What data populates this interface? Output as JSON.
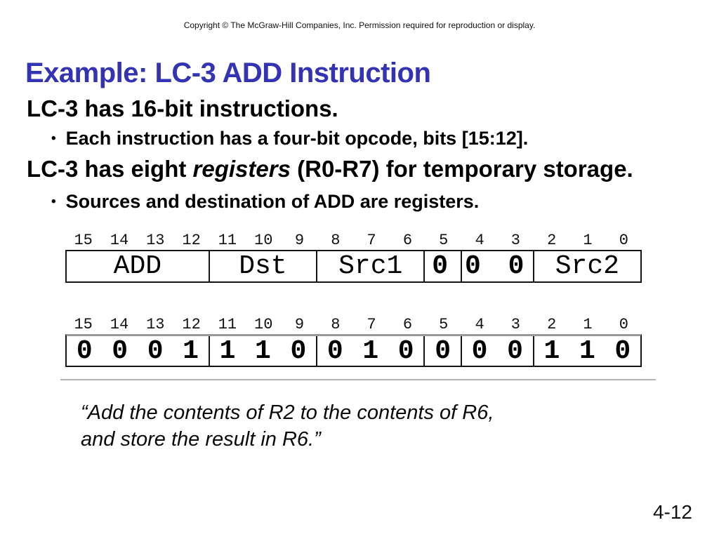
{
  "slide": {
    "copyright": "Copyright © The McGraw-Hill Companies, Inc.  Permission required for reproduction or display.",
    "title": "Example: LC-3 ADD Instruction",
    "title_color": "#3333b3",
    "page_number": "4-12"
  },
  "content": {
    "bullet_char": "•",
    "heading1": "LC-3 has 16-bit instructions.",
    "bullet1": "Each instruction has a four-bit opcode, bits [15:12].",
    "heading2_pre": "LC-3 has eight ",
    "heading2_italic": "registers",
    "heading2_post": " (R0-R7) for temporary storage.",
    "bullet2": "Sources and destination of ADD are registers.",
    "quote_line1": "“Add the contents of R2 to the contents of R6,",
    "quote_line2": "and store the result in R6.”"
  },
  "instruction_format": {
    "bit_labels": [
      "15",
      "14",
      "13",
      "12",
      "11",
      "10",
      "9",
      "8",
      "7",
      "6",
      "5",
      "4",
      "3",
      "2",
      "1",
      "0"
    ],
    "fields": [
      {
        "label": "ADD",
        "bits": 4
      },
      {
        "label": "Dst",
        "bits": 3
      },
      {
        "label": "Src1",
        "bits": 3
      },
      {
        "label": "0",
        "bits": 1
      },
      {
        "label": "0 0",
        "bits": 2
      },
      {
        "label": "Src2",
        "bits": 3
      }
    ]
  },
  "instruction_encoding": {
    "bit_labels": [
      "15",
      "14",
      "13",
      "12",
      "11",
      "10",
      "9",
      "8",
      "7",
      "6",
      "5",
      "4",
      "3",
      "2",
      "1",
      "0"
    ],
    "bits": [
      "0",
      "0",
      "0",
      "1",
      "1",
      "1",
      "0",
      "0",
      "1",
      "0",
      "0",
      "0",
      "0",
      "1",
      "1",
      "0"
    ]
  }
}
